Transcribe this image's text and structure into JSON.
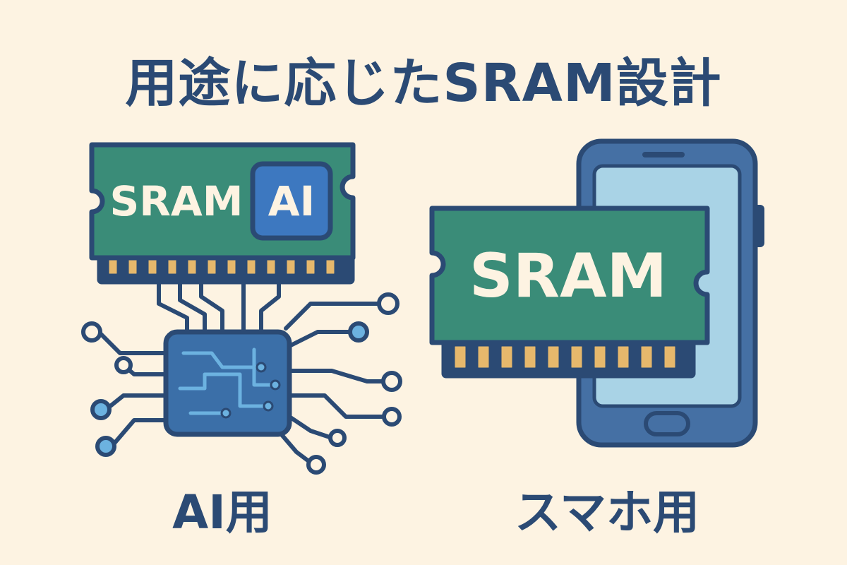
{
  "title": "用途に応じたSRAM設計",
  "ai_panel": {
    "chip_label": "SRAM",
    "badge_label": "AI",
    "caption": "AI用"
  },
  "phone_panel": {
    "chip_label": "SRAM",
    "caption": "スマホ用"
  },
  "colors": {
    "background": "#fdf3e2",
    "outline": "#2b4a74",
    "pcb_green": "#3a8c78",
    "ai_badge": "#3d78c0",
    "pins": "#e6b86c",
    "processor": "#3b6fa8",
    "phone_body": "#4570a4",
    "phone_screen": "#a9d3e6",
    "trace": "#6cb2e0"
  }
}
